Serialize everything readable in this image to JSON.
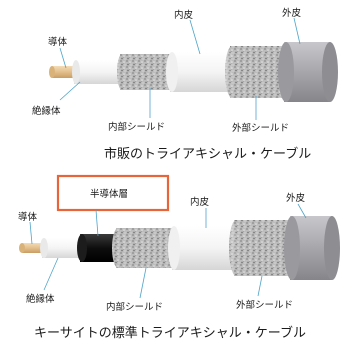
{
  "top_cable": {
    "labels": {
      "conductor": "導体",
      "insulator": "絶縁体",
      "inner_jacket": "内皮",
      "inner_shield": "内部シールド",
      "outer_jacket": "外皮",
      "outer_shield": "外部シールド"
    },
    "caption": "市販のトライアキシャル・ケーブル"
  },
  "bottom_cable": {
    "labels": {
      "conductor": "導体",
      "insulator": "絶縁体",
      "semiconductive_layer": "半導体層",
      "inner_jacket": "内皮",
      "inner_shield": "内部シールド",
      "outer_jacket": "外皮",
      "outer_shield": "外部シールド"
    },
    "caption": "キーサイトの標準トライアキシャル・ケーブル"
  },
  "colors": {
    "lead_line": "#4da3c9",
    "highlight_box": "#e8653a",
    "conductor": "#e8c89a",
    "semiconductive": "#111111",
    "outer_jacket": "#a8a8ac"
  }
}
